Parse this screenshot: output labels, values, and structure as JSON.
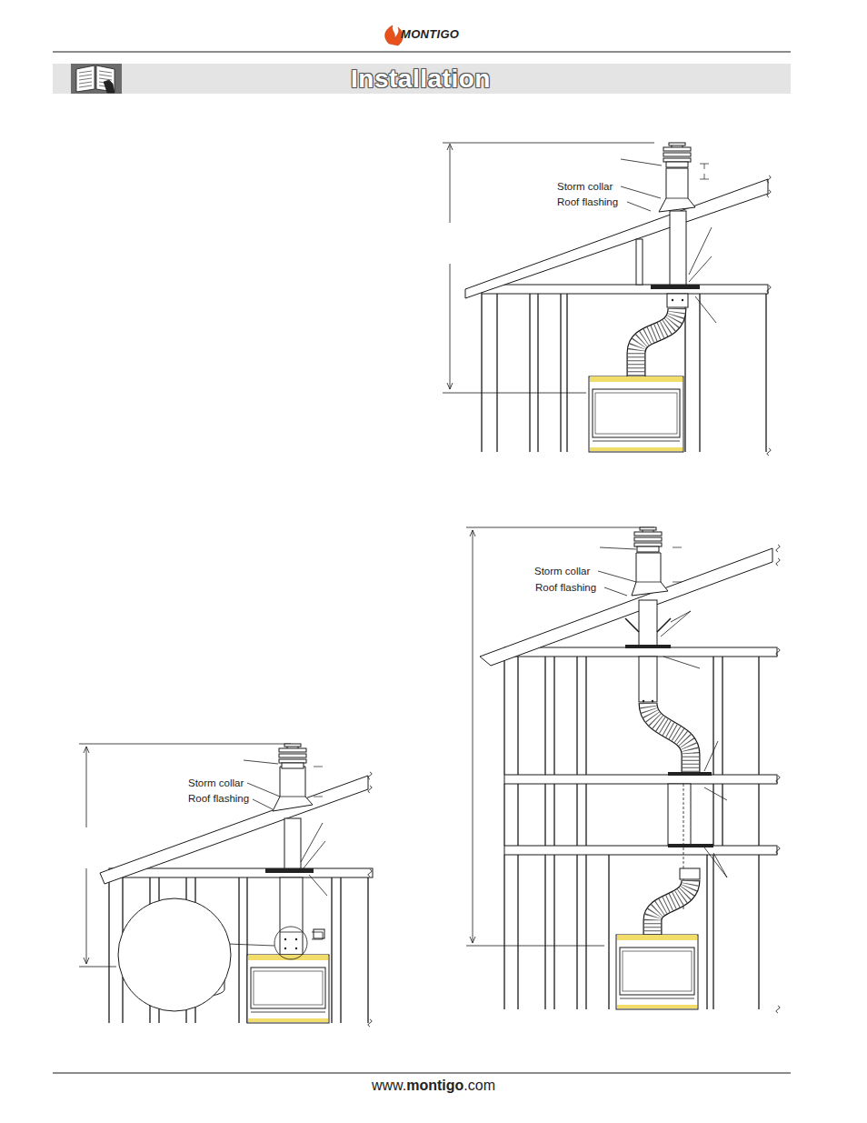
{
  "diagram": {
    "title": "Installation",
    "labels": [
      "MONTIGO",
      "Storm collar",
      "Roof flashing",
      "Storm collar",
      "Roof flashing",
      "Storm collar",
      "Roof flashing",
      "www.",
      "montigo",
      ".com"
    ]
  }
}
